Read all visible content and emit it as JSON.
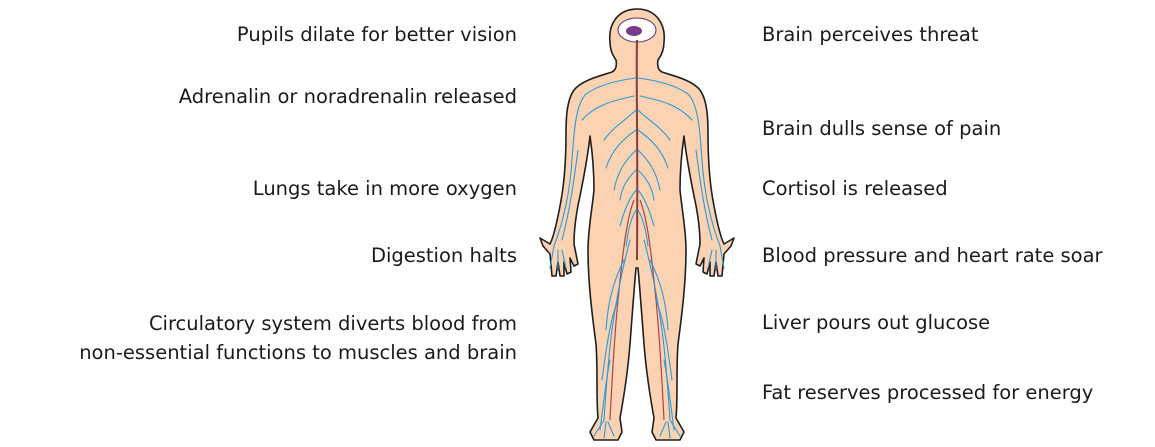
{
  "left_effects": [
    "Pupils dilate for better vision",
    "Adrenalin or noradrenalin released",
    "Lungs take in more oxygen",
    "Digestion halts",
    "Circulatory system diverts blood from",
    "non-essential functions to muscles and brain"
  ],
  "right_effects": [
    "Brain perceives threat",
    "Brain dulls sense of pain",
    "Cortisol is released",
    "Blood pressure and heart rate soar",
    "Liver pours out glucose",
    "Fat reserves processed for energy"
  ],
  "colors": {
    "skin": "#fbd3b3",
    "outline": "#1f1f1f",
    "nerves": "#2b9ad6",
    "spinal_cord": "#8a3a3a",
    "brain": "#5a2a6a"
  }
}
